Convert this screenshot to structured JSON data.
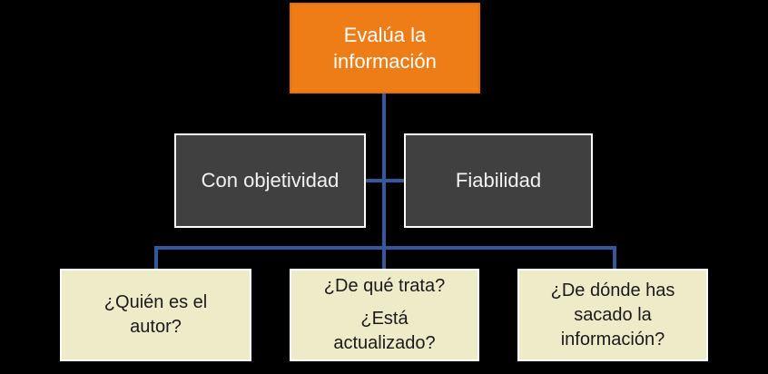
{
  "diagram": {
    "nodes": {
      "root": {
        "label": "Evalúa la información"
      },
      "mid_left": {
        "label": "Con objetividad"
      },
      "mid_right": {
        "label": "Fiabilidad"
      },
      "bottom_left": {
        "label": "¿Quién es el autor?"
      },
      "bottom_center": {
        "line1": "¿De qué trata?",
        "line2": "¿Está actualizado?"
      },
      "bottom_right": {
        "label": "¿De dónde has sacado la información?"
      }
    },
    "colors": {
      "background": "#000000",
      "connector": "#33589D",
      "root_fill": "#EE7D18",
      "root_border": "#E5700C",
      "level2_fill": "#404040",
      "level3_fill": "#EEEBC8",
      "box_border": "#FFFFFF",
      "root_text": "#FFFFFF",
      "level2_text": "#F2F2F2",
      "level3_text": "#1A1A1A"
    }
  }
}
